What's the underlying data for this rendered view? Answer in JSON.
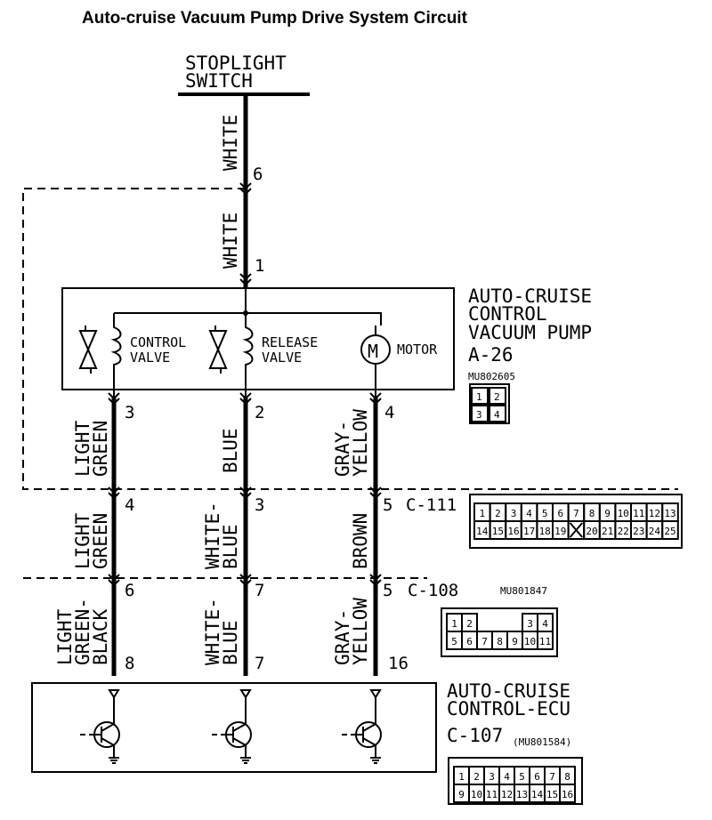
{
  "title": "Auto-cruise Vacuum Pump Drive System Circuit",
  "switch": {
    "line1": "STOPLIGHT",
    "line2": "SWITCH"
  },
  "pump": {
    "name1": "AUTO-CRUISE",
    "name2": "CONTROL",
    "name3": "VACUUM PUMP",
    "code": "A-26",
    "part": "MU802605",
    "control1": "CONTROL",
    "control2": "VALVE",
    "release1": "RELEASE",
    "release2": "VALVE",
    "motor": "MOTOR",
    "motor_symbol": "M"
  },
  "ecu": {
    "name1": "AUTO-CRUISE",
    "name2": "CONTROL-ECU",
    "code": "C-107",
    "part": "(MU801584)"
  },
  "connectors": {
    "c111": "C-111",
    "c108": "C-108",
    "c108_part": "MU801847"
  },
  "wires": {
    "top1": "WHITE",
    "top2": "WHITE",
    "left1a": "LIGHT",
    "left1b": "GREEN",
    "left2a": "LIGHT",
    "left2b": "GREEN",
    "left3a": "LIGHT",
    "left3b": "GREEN-",
    "left3c": "BLACK",
    "mid1": "BLUE",
    "mid2a": "WHITE-",
    "mid2b": "BLUE",
    "mid3a": "WHITE-",
    "mid3b": "BLUE",
    "right1a": "GRAY-",
    "right1b": "YELLOW",
    "right2": "BROWN",
    "right3a": "GRAY-",
    "right3b": "YELLOW"
  },
  "pins": {
    "p6": "6",
    "p1": "1",
    "l3": "3",
    "m2": "2",
    "r4": "4",
    "l4": "4",
    "m3": "3",
    "r5": "5",
    "l6": "6",
    "m7": "7",
    "r5b": "5",
    "l8": "8",
    "m7b": "7",
    "r16": "16"
  },
  "a26_grid": [
    "1",
    "2",
    "3",
    "4"
  ],
  "c111_grid": {
    "row1": [
      "1",
      "2",
      "3",
      "4",
      "5",
      "6",
      "7",
      "8",
      "9",
      "10",
      "11",
      "12",
      "13"
    ],
    "row2": [
      "14",
      "15",
      "16",
      "17",
      "18",
      "19",
      "",
      "20",
      "21",
      "22",
      "23",
      "24",
      "25"
    ]
  },
  "c108_grid": {
    "row1": [
      "1",
      "2",
      "",
      "3",
      "4"
    ],
    "row2": [
      "5",
      "6",
      "7",
      "8",
      "9",
      "10",
      "11"
    ]
  },
  "c107_grid": {
    "row1": [
      "1",
      "2",
      "3",
      "4",
      "5",
      "6",
      "7",
      "8"
    ],
    "row2": [
      "9",
      "10",
      "11",
      "12",
      "13",
      "14",
      "15",
      "16"
    ]
  }
}
